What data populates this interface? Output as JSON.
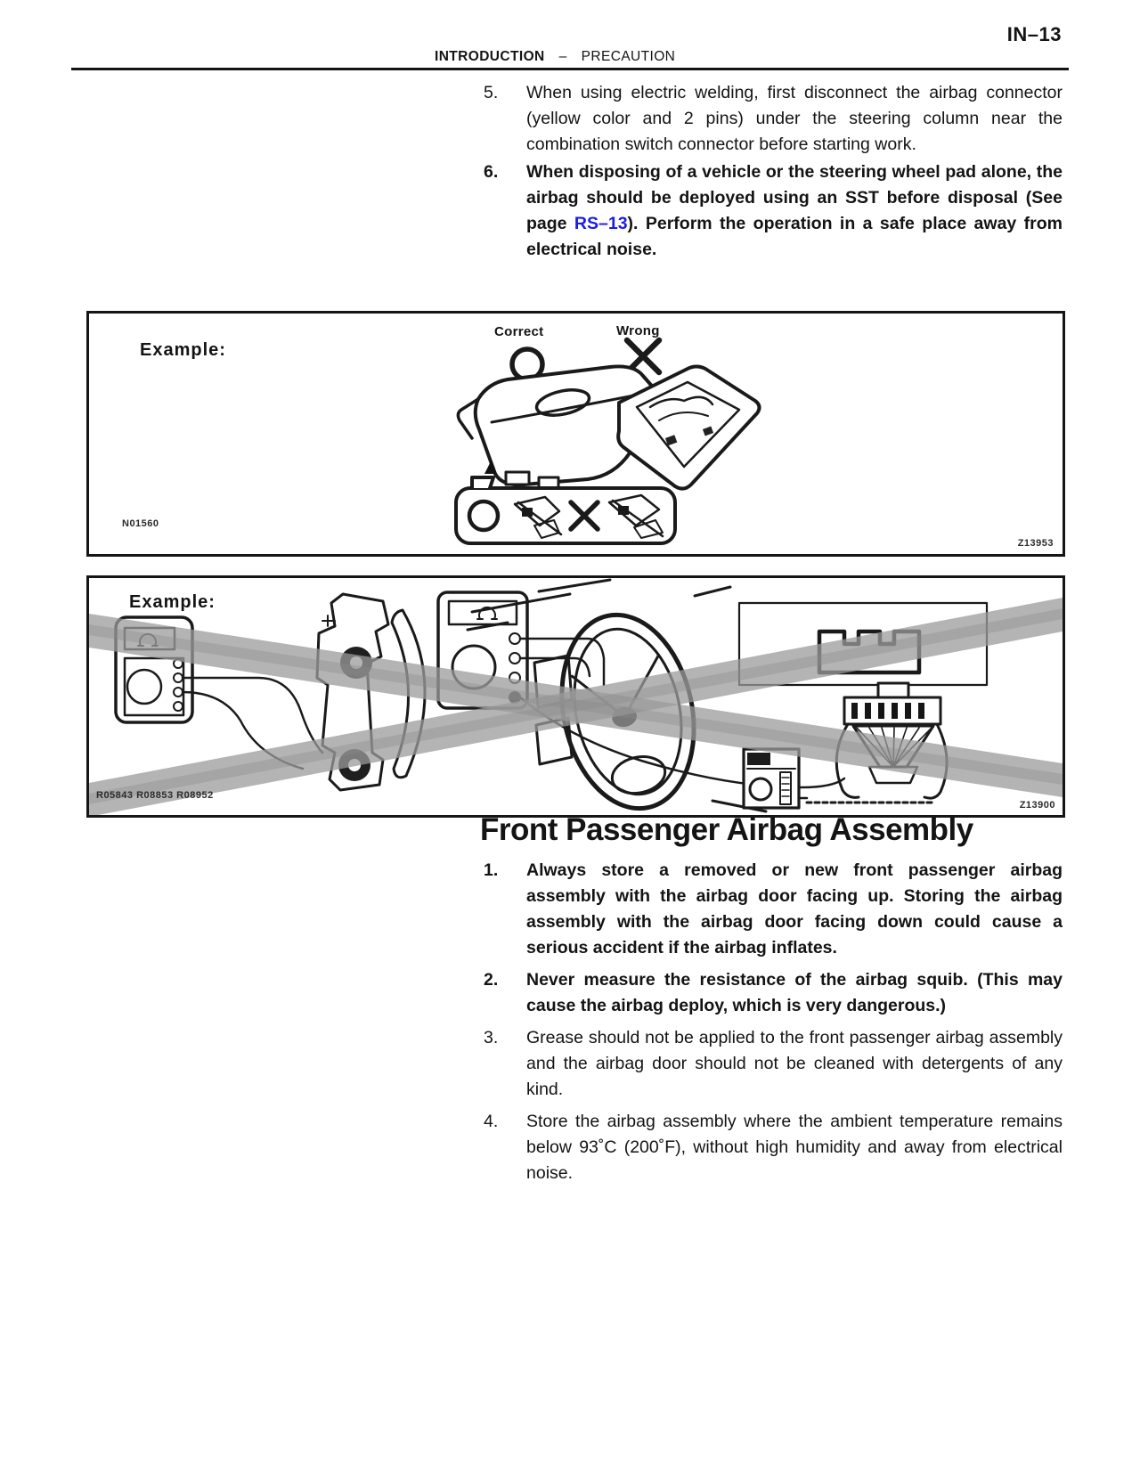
{
  "page": {
    "number": "IN–13",
    "header": {
      "section": "INTRODUCTION",
      "separator": "–",
      "subsection": "PRECAUTION"
    }
  },
  "colors": {
    "ink": "#141414",
    "link_blue": "#1a1aee",
    "cross_gray": "#9b9b9b",
    "paper": "#ffffff"
  },
  "precaution_list": {
    "items": [
      {
        "num": "5.",
        "text": "When using electric welding, first disconnect the airbag connector (yellow color and 2 pins) under the steering column near the combination switch connector before starting work."
      },
      {
        "num": "6.",
        "text_before_link": "When disposing of a vehicle or the steering wheel pad alone, the airbag should be deployed using an SST before disposal (See page ",
        "link_text": "RS–13",
        "text_after_link": "). Perform the operation in a safe place away from electrical noise."
      }
    ]
  },
  "figure_steering_pad": {
    "example_label": "Example:",
    "correct_label": "Correct",
    "wrong_label": "Wrong",
    "correct_mark": "circle",
    "wrong_mark": "cross",
    "code_bottom_left": "N01560",
    "code_bottom_right": "Z13953"
  },
  "figure_no_measure": {
    "example_label": "Example:",
    "code_bottom_left": "R05843 R08853 R08952",
    "code_bottom_right": "Z13900"
  },
  "passenger_airbag_section": {
    "title": "Front Passenger Airbag Assembly",
    "items": [
      {
        "num": "1.",
        "text": "Always store a removed or new front passenger airbag assembly with the airbag door facing up.  Storing the airbag assembly with the airbag door facing down could cause a serious accident if the airbag inflates."
      },
      {
        "num": "2.",
        "text": "Never measure the resistance of the airbag squib. (This may cause the airbag deploy, which is very dangerous.)"
      },
      {
        "num": "3.",
        "text": "Grease should not be applied to the front passenger airbag assembly and the airbag door should not be cleaned with detergents of any kind."
      },
      {
        "num": "4.",
        "text": "Store the airbag assembly where the ambient temperature remains below 93˚C (200˚F), without high humidity and away from electrical noise."
      }
    ]
  }
}
